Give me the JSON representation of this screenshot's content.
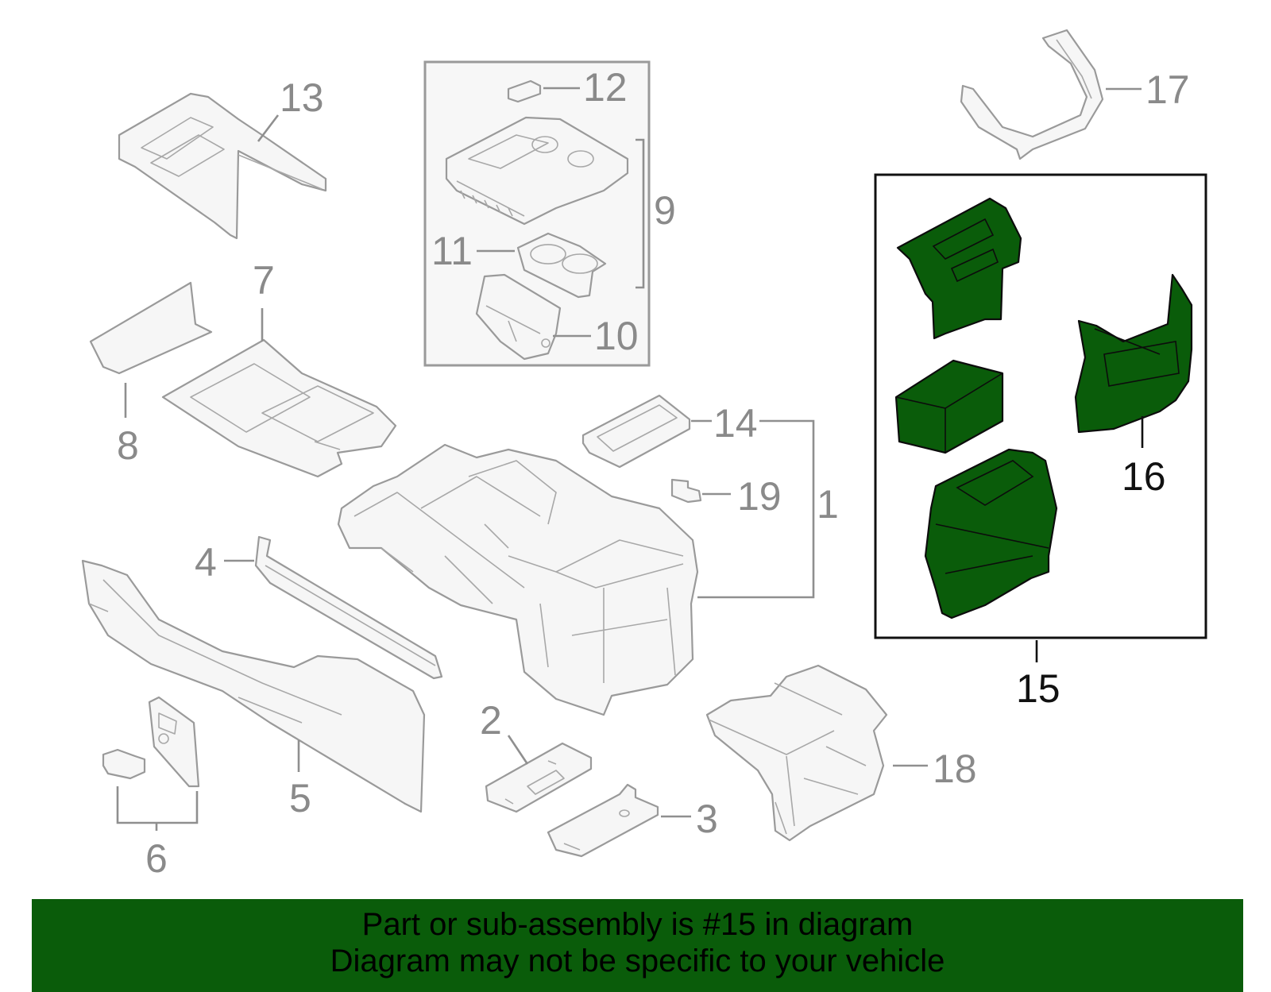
{
  "callouts": {
    "c1": "1",
    "c2": "2",
    "c3": "3",
    "c4": "4",
    "c5": "5",
    "c6": "6",
    "c7": "7",
    "c8": "8",
    "c9": "9",
    "c10": "10",
    "c11": "11",
    "c12": "12",
    "c13": "13",
    "c14": "14",
    "c15": "15",
    "c16": "16",
    "c17": "17",
    "c18": "18",
    "c19": "19"
  },
  "highlight": {
    "part": "15",
    "color": "#0a5c0a"
  },
  "footer": {
    "line1": "Part or sub-assembly is #15 in diagram",
    "line2": "Diagram may not be specific to your vehicle",
    "bg_color": "#0a5c0a"
  }
}
